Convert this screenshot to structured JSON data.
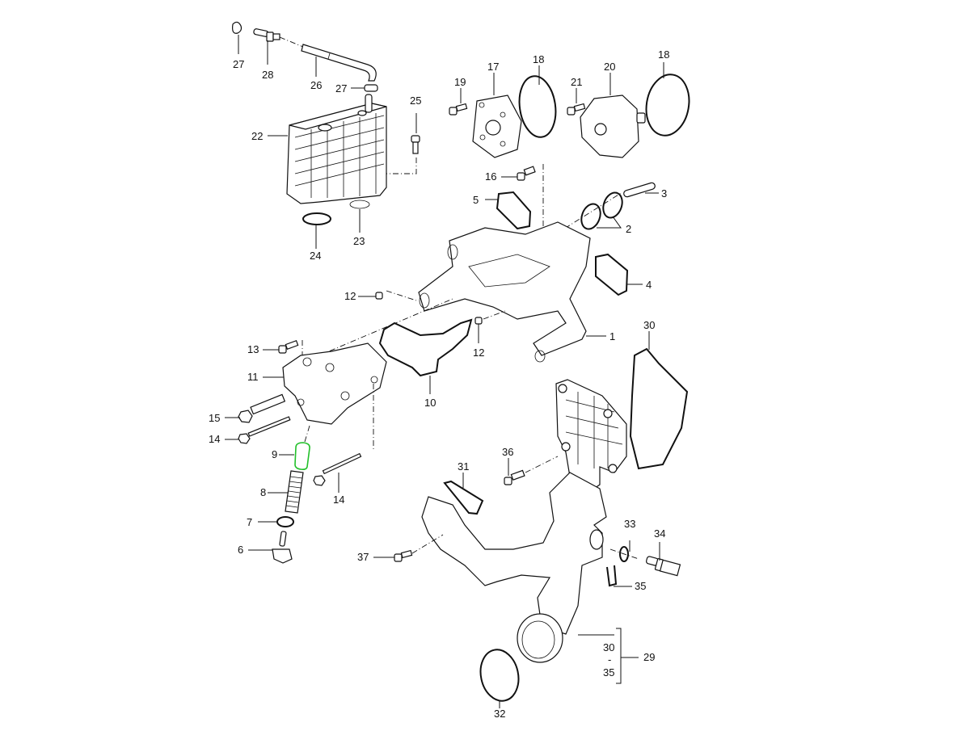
{
  "diagram": {
    "title": "Oil cooler / coolant housing exploded parts view",
    "highlight_color": "#22c02a",
    "highlighted_part": "9",
    "callouts": [
      {
        "id": "c27a",
        "label": "27"
      },
      {
        "id": "c28",
        "label": "28"
      },
      {
        "id": "c26",
        "label": "26"
      },
      {
        "id": "c27b",
        "label": "27"
      },
      {
        "id": "c25",
        "label": "25"
      },
      {
        "id": "c22",
        "label": "22"
      },
      {
        "id": "c24",
        "label": "24"
      },
      {
        "id": "c23",
        "label": "23"
      },
      {
        "id": "c19",
        "label": "19"
      },
      {
        "id": "c17",
        "label": "17"
      },
      {
        "id": "c18a",
        "label": "18"
      },
      {
        "id": "c21",
        "label": "21"
      },
      {
        "id": "c20",
        "label": "20"
      },
      {
        "id": "c18b",
        "label": "18"
      },
      {
        "id": "c16",
        "label": "16"
      },
      {
        "id": "c5",
        "label": "5"
      },
      {
        "id": "c3",
        "label": "3"
      },
      {
        "id": "c2",
        "label": "2"
      },
      {
        "id": "c4",
        "label": "4"
      },
      {
        "id": "c12a",
        "label": "12"
      },
      {
        "id": "c12b",
        "label": "12"
      },
      {
        "id": "c1",
        "label": "1"
      },
      {
        "id": "c30a",
        "label": "30"
      },
      {
        "id": "c13",
        "label": "13"
      },
      {
        "id": "c11",
        "label": "11"
      },
      {
        "id": "c10",
        "label": "10"
      },
      {
        "id": "c15",
        "label": "15"
      },
      {
        "id": "c14a",
        "label": "14"
      },
      {
        "id": "c9",
        "label": "9"
      },
      {
        "id": "c8",
        "label": "8"
      },
      {
        "id": "c14b",
        "label": "14"
      },
      {
        "id": "c7",
        "label": "7"
      },
      {
        "id": "c6",
        "label": "6"
      },
      {
        "id": "c36",
        "label": "36"
      },
      {
        "id": "c31",
        "label": "31"
      },
      {
        "id": "c33",
        "label": "33"
      },
      {
        "id": "c34",
        "label": "34"
      },
      {
        "id": "c37",
        "label": "37"
      },
      {
        "id": "c35a",
        "label": "35"
      },
      {
        "id": "c30b",
        "label": "30"
      },
      {
        "id": "cdash",
        "label": "-"
      },
      {
        "id": "c35b",
        "label": "35"
      },
      {
        "id": "c29",
        "label": "29"
      },
      {
        "id": "c32",
        "label": "32"
      }
    ]
  }
}
